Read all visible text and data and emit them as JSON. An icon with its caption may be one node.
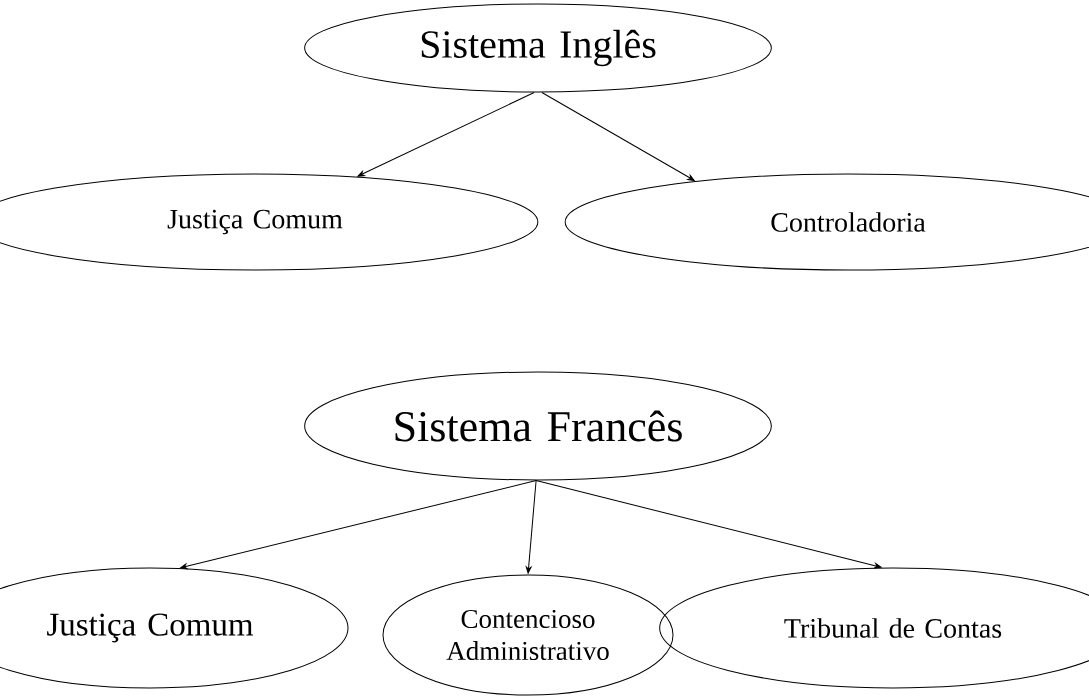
{
  "diagram": {
    "nodes": [
      {
        "text": [
          "Sistema Inglês"
        ]
      },
      {
        "text": [
          "Justiça Comum"
        ]
      },
      {
        "text": [
          "Controladoria"
        ]
      },
      {
        "text": [
          "Sistema Francês"
        ]
      },
      {
        "text": [
          "Justiça Comum"
        ]
      },
      {
        "text": [
          "Contencioso Administrativo"
        ]
      },
      {
        "text": [
          "Tribunal de Contas"
        ]
      }
    ],
    "edges": [
      {
        "from": 0,
        "to": 1,
        "arrow": "to"
      },
      {
        "from": 0,
        "to": 2,
        "arrow": "to"
      },
      {
        "from": 3,
        "to": 4,
        "arrow": "to"
      },
      {
        "from": 3,
        "to": 5,
        "arrow": "to"
      },
      {
        "from": 3,
        "to": 6,
        "arrow": "to"
      }
    ]
  }
}
